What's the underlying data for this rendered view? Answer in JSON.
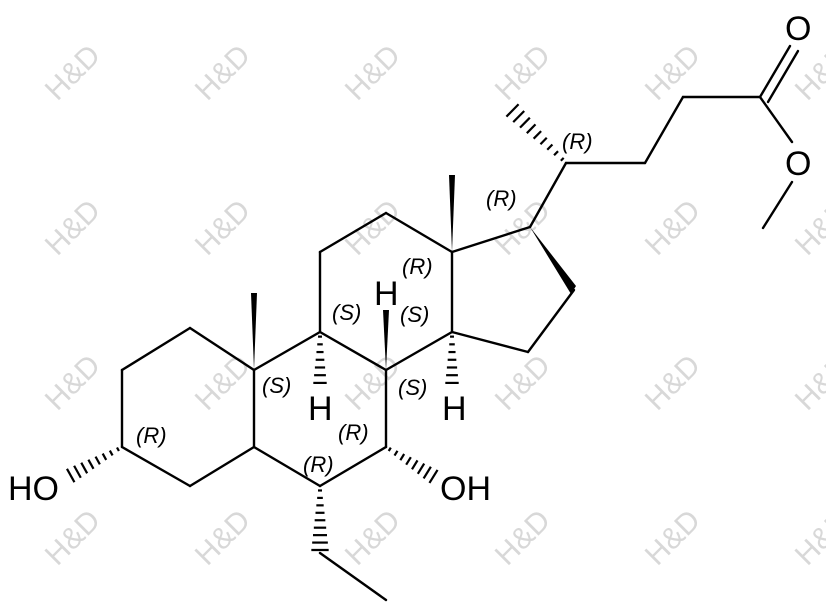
{
  "watermark": "H&D",
  "atoms": {
    "ho_left": "HO",
    "oh_right": "OH",
    "o_carbonyl": "O",
    "o_ester": "O",
    "h_c8": "H",
    "h_c9": "H",
    "h_c14": "H"
  },
  "stereo_labels": {
    "c3": "(R)",
    "c6": "(R)",
    "c7": "(R)",
    "c8": "(S)",
    "c9": "(S)",
    "c10": "(S)",
    "c13": "(R)",
    "c14": "(S)",
    "c17": "(R)",
    "c20": "(R)"
  }
}
